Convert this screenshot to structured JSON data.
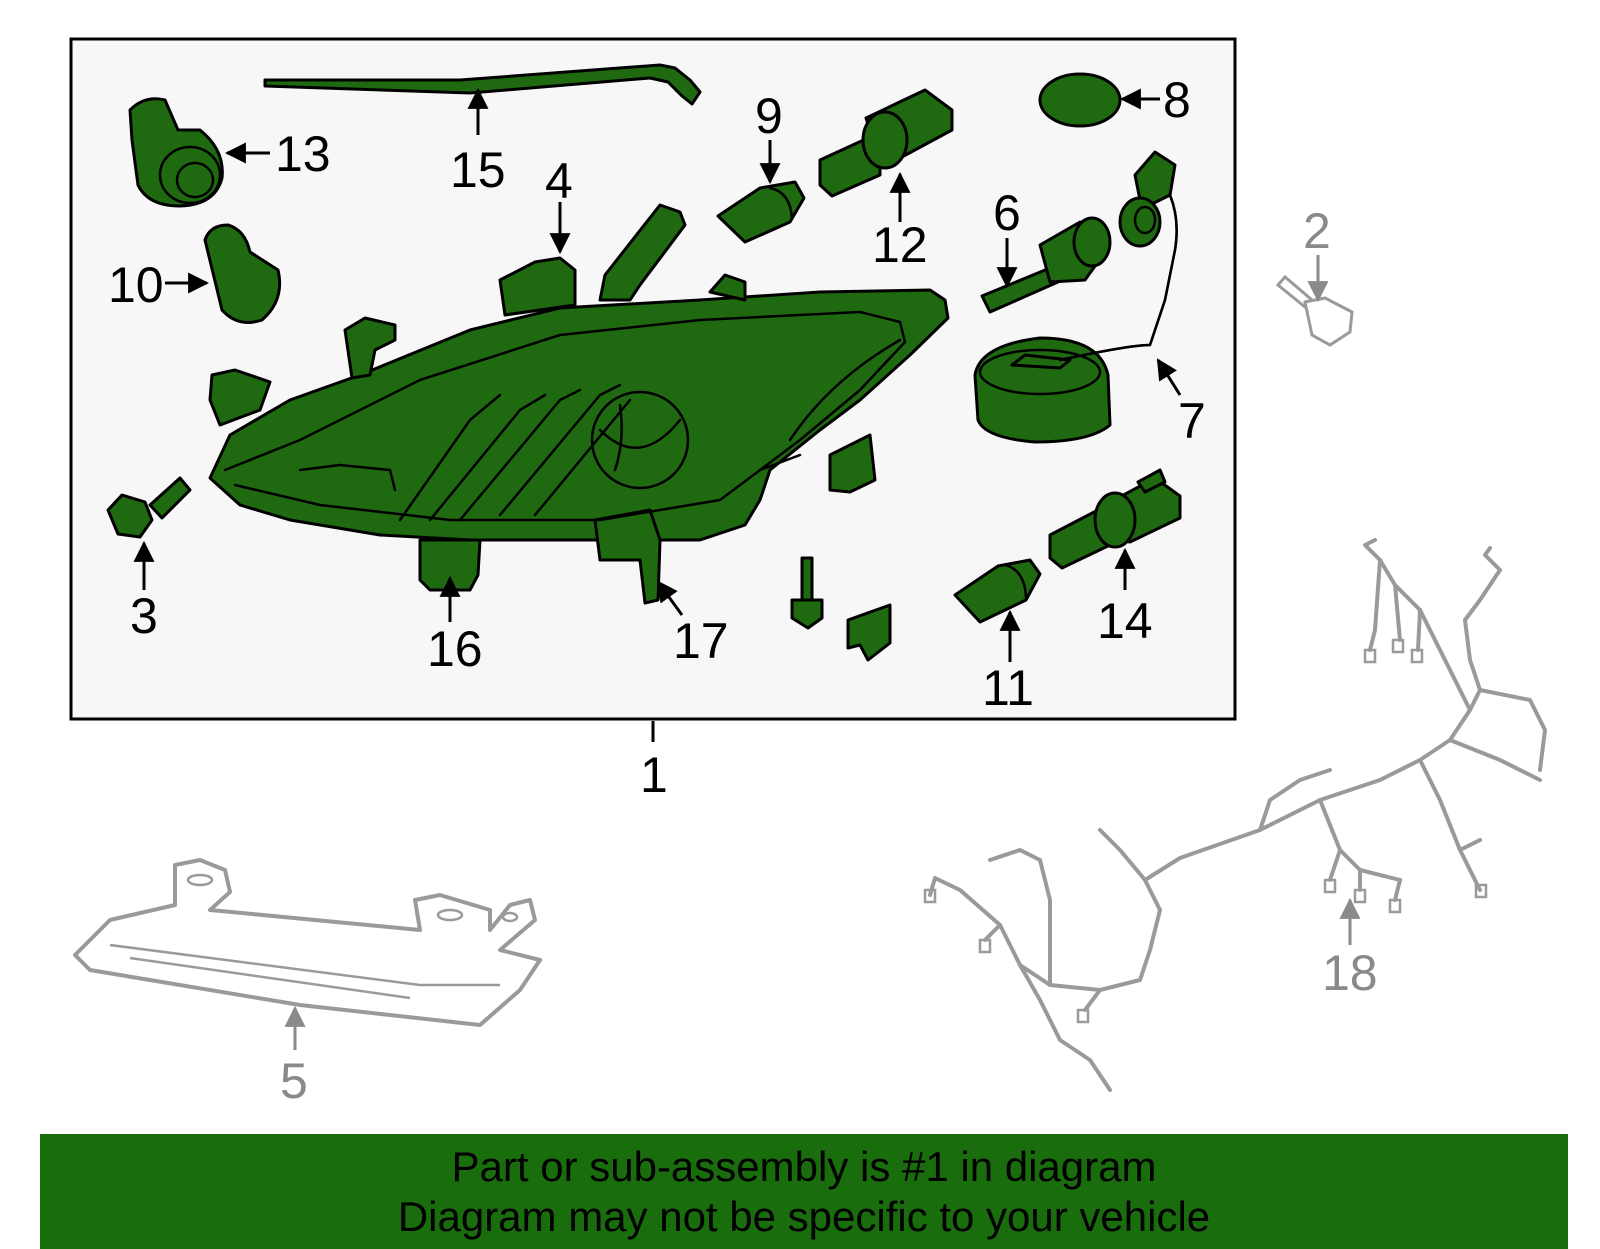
{
  "callouts": {
    "c1": "1",
    "c2": "2",
    "c3": "3",
    "c4": "4",
    "c5": "5",
    "c6": "6",
    "c7": "7",
    "c8": "8",
    "c9": "9",
    "c10": "10",
    "c11": "11",
    "c12": "12",
    "c13": "13",
    "c14": "14",
    "c15": "15",
    "c16": "16",
    "c17": "17",
    "c18": "18"
  },
  "banner": {
    "line1": "Part or sub-assembly is #1 in diagram",
    "line2": "Diagram may not be specific to your vehicle"
  },
  "colors": {
    "highlight_part": "#1f6a10",
    "banner_bg": "#1a6d0d",
    "non_included_part": "#9a9a9a"
  }
}
